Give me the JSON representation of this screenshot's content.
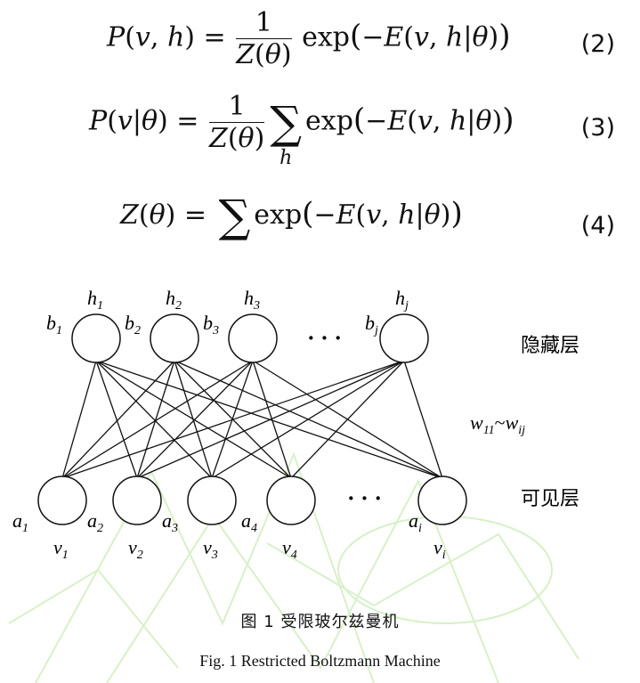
{
  "equations": [
    {
      "label": "(2)"
    },
    {
      "label": "(3)"
    },
    {
      "label": "(4)"
    }
  ],
  "figure": {
    "hidden_nodes": [
      {
        "node": "h",
        "sub": "1",
        "bias": "b",
        "bias_sub": "1"
      },
      {
        "node": "h",
        "sub": "2",
        "bias": "b",
        "bias_sub": "2"
      },
      {
        "node": "h",
        "sub": "3",
        "bias": "b",
        "bias_sub": "3"
      },
      {
        "node": "h",
        "sub": "j",
        "bias": "b",
        "bias_sub": "j"
      }
    ],
    "visible_nodes": [
      {
        "node": "v",
        "sub": "1",
        "bias": "a",
        "bias_sub": "1"
      },
      {
        "node": "v",
        "sub": "2",
        "bias": "a",
        "bias_sub": "2"
      },
      {
        "node": "v",
        "sub": "3",
        "bias": "a",
        "bias_sub": "3"
      },
      {
        "node": "v",
        "sub": "4",
        "bias": "a",
        "bias_sub": "4"
      },
      {
        "node": "v",
        "sub": "i",
        "bias": "a",
        "bias_sub": "i"
      }
    ],
    "ellipsis": "· · ·",
    "hidden_layer_label": "隐藏层",
    "visible_layer_label": "可见层",
    "weight_label": {
      "w": "w",
      "first_sub": "11",
      "tilde": "~",
      "last_sub": "ij"
    },
    "caption_cn": "图 1   受限玻尔兹曼机",
    "caption_en": "Fig. 1 Restricted Boltzmann Machine"
  },
  "colors": {
    "ink": "#111111",
    "watermark": "#d8f0c8"
  }
}
